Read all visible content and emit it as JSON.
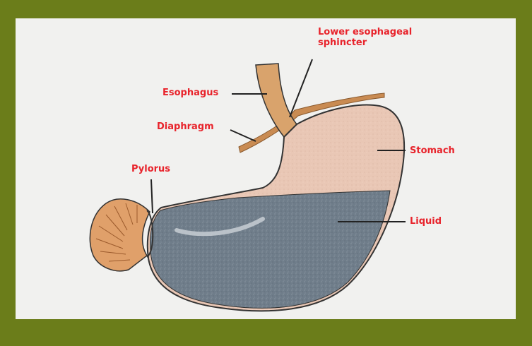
{
  "labels": {
    "lower_esophageal_sphincter_line1": "Lower esophageal",
    "lower_esophageal_sphincter_line2": "sphincter",
    "esophagus": "Esophagus",
    "diaphragm": "Diaphragm",
    "stomach": "Stomach",
    "pylorus": "Pylorus",
    "liquid": "Liquid"
  },
  "colors": {
    "frame": "#6b7d1a",
    "panel": "#f1f1ef",
    "label_text": "#e8232b",
    "stomach_fill": "#e9c7b5",
    "liquid_fill": "#6f7d8a",
    "esophagus_fill": "#d9a36c",
    "diaphragm_fill": "#c98b52",
    "duodenum_fill": "#e0a06a",
    "outline": "#333333"
  }
}
